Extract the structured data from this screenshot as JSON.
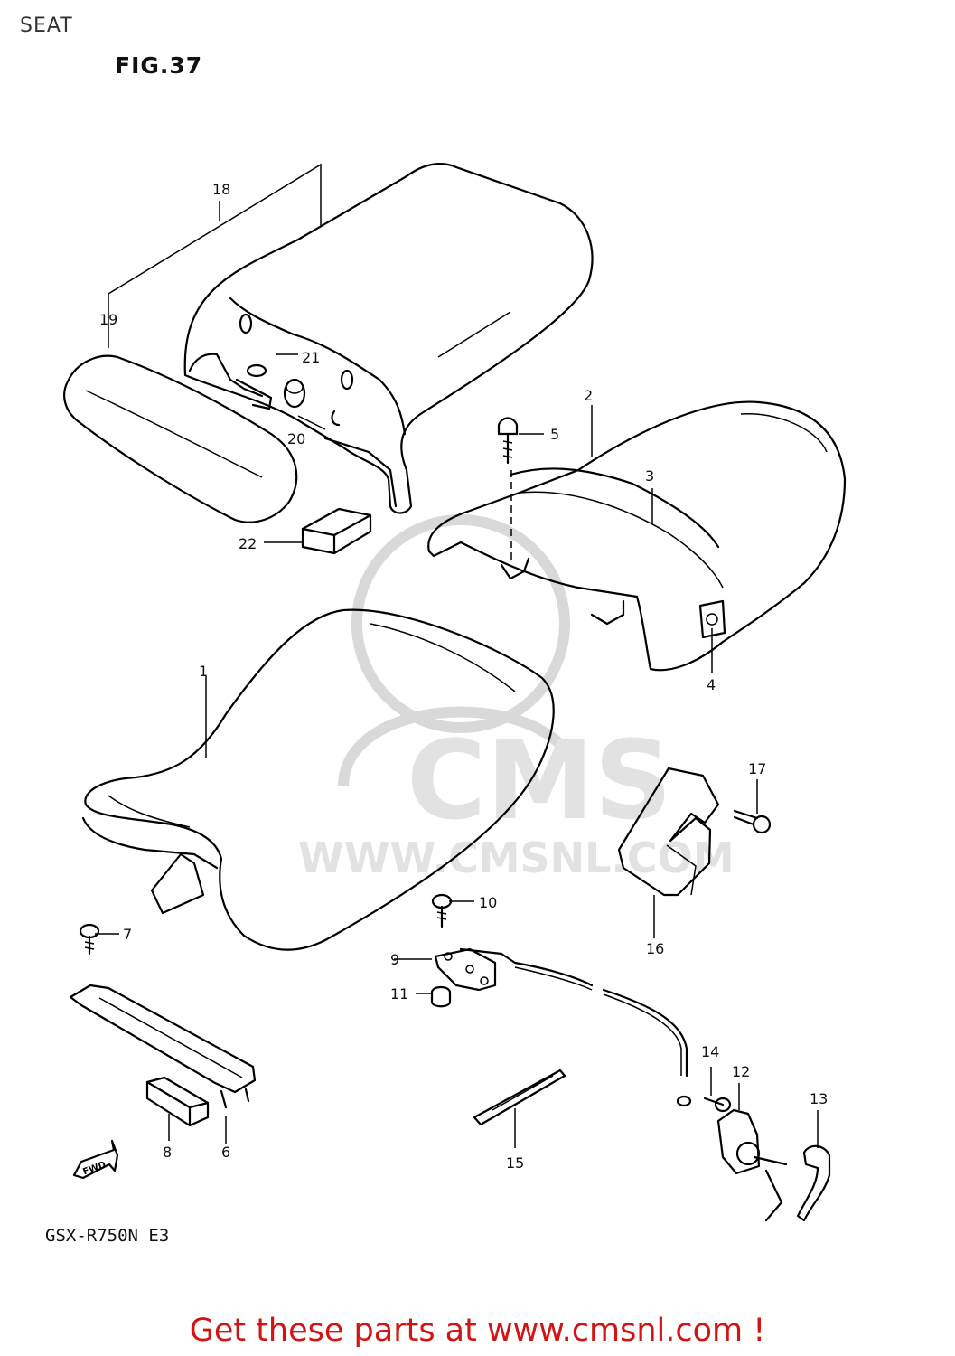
{
  "page": {
    "title": "SEAT",
    "figure": "FIG.37",
    "model": "GSX-R750N E3"
  },
  "watermark": {
    "brand": "CMS",
    "url": "WWW.CMSNL.COM"
  },
  "direction_arrow": {
    "label": "FWD",
    "icon": "fwd-arrow-icon"
  },
  "footer": {
    "cta": "Get these parts at www.cmsnl.com !",
    "color": "#d21414"
  },
  "callouts": {
    "c1": "1",
    "c2": "2",
    "c3": "3",
    "c4": "4",
    "c5": "5",
    "c6": "6",
    "c7": "7",
    "c8": "8",
    "c9": "9",
    "c10": "10",
    "c11": "11",
    "c12": "12",
    "c13": "13",
    "c14": "14",
    "c15": "15",
    "c16": "16",
    "c17": "17",
    "c18": "18",
    "c19": "19",
    "c20": "20",
    "c21": "21",
    "c22": "22"
  }
}
